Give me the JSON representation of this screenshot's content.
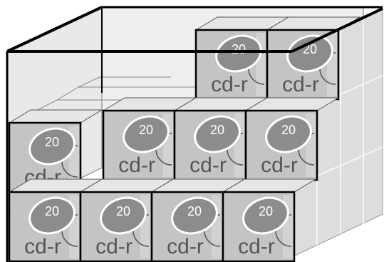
{
  "box_label": "cd-r",
  "disc_number": "20",
  "colors": {
    "box_face": "#c4c4c4",
    "box_top": "#e6e6e6",
    "disc": "#8c8c8c",
    "crate_wall": "#d8d8d8",
    "outline": "#000000"
  },
  "boxes": [
    {
      "id": "box-1"
    },
    {
      "id": "box-2"
    },
    {
      "id": "box-3"
    },
    {
      "id": "box-4"
    },
    {
      "id": "box-5"
    },
    {
      "id": "box-6"
    },
    {
      "id": "box-7"
    },
    {
      "id": "box-8"
    },
    {
      "id": "box-9"
    },
    {
      "id": "box-10"
    }
  ]
}
